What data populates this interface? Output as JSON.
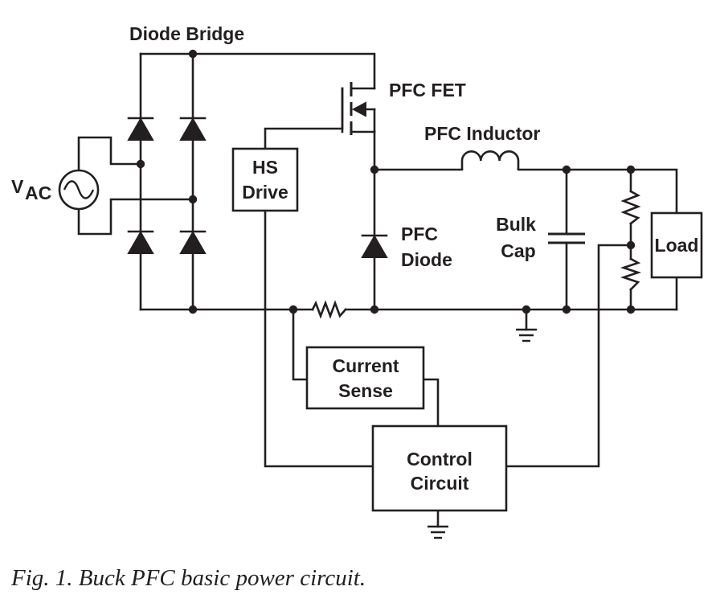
{
  "labels": {
    "diode_bridge": "Diode Bridge",
    "pfc_fet": "PFC FET",
    "pfc_inductor": "PFC Inductor",
    "vac_main": "V",
    "vac_sub": "AC",
    "hs_drive_line1": "HS",
    "hs_drive_line2": "Drive",
    "pfc_diode_line1": "PFC",
    "pfc_diode_line2": "Diode",
    "bulk_cap_line1": "Bulk",
    "bulk_cap_line2": "Cap",
    "load": "Load",
    "current_sense_line1": "Current",
    "current_sense_line2": "Sense",
    "control_line1": "Control",
    "control_line2": "Circuit"
  },
  "caption": "Fig. 1. Buck PFC basic power circuit.",
  "colors": {
    "ink": "#231f20",
    "background": "#ffffff"
  }
}
